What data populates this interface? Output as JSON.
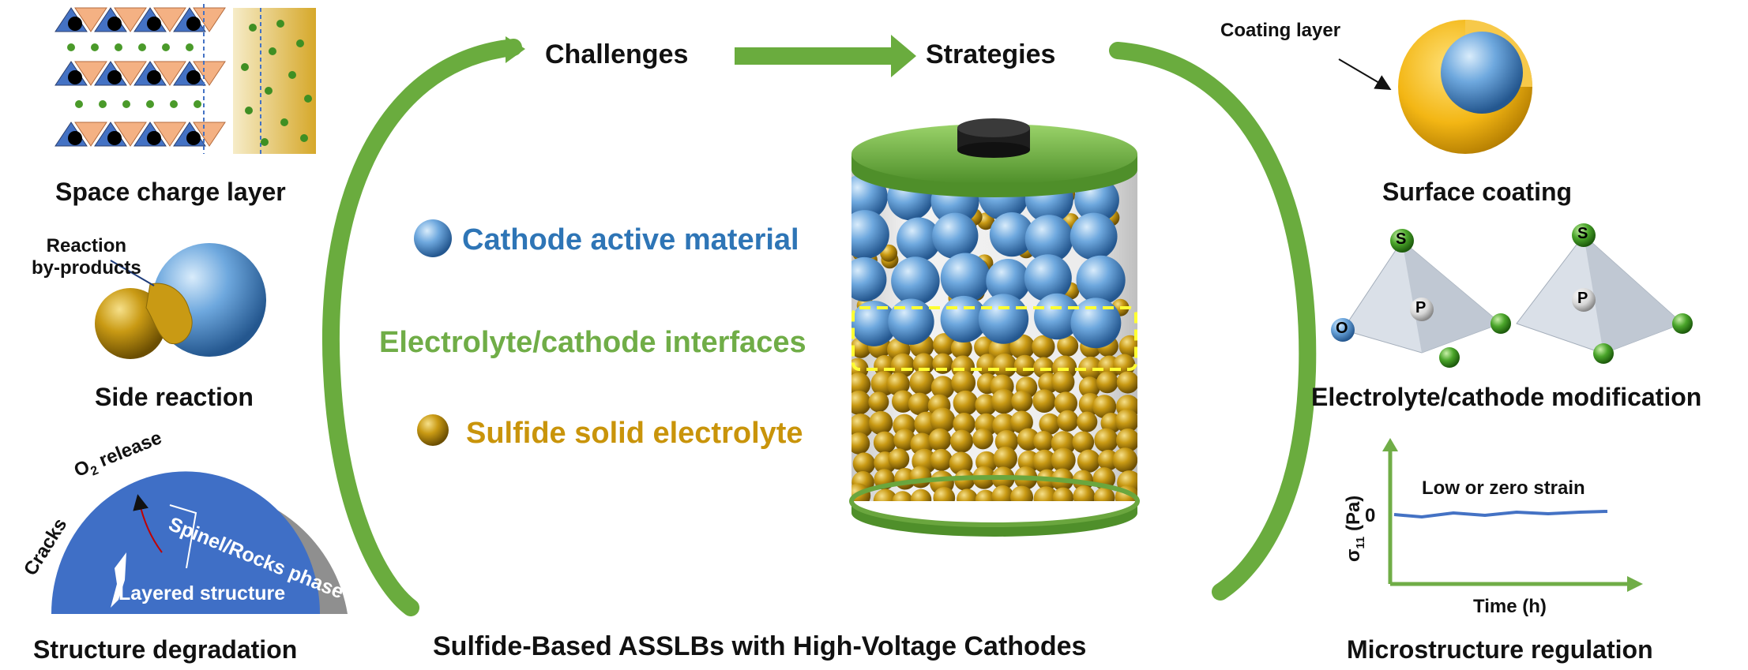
{
  "header": {
    "challenges": "Challenges",
    "strategies": "Strategies"
  },
  "footer_title": "Sulfide-Based ASSLBs with High-Voltage Cathodes",
  "challenges": {
    "space_charge": "Space charge layer",
    "side_reaction": "Side reaction",
    "reaction_byproducts_1": "Reaction",
    "reaction_byproducts_2": "by-products",
    "structure_degradation": "Structure degradation",
    "o2_release_main": "O",
    "o2_release_sub": "2",
    "o2_release_rest": " release",
    "cracks": "Cracks",
    "spinel": "Spinel/Rocks phase",
    "layered": "Layered structure"
  },
  "legend": {
    "cathode": "Cathode active material",
    "interface": "Electrolyte/cathode interfaces",
    "sulfide": "Sulfide solid electrolyte"
  },
  "strategies": {
    "coating_layer": "Coating layer",
    "surface_coating": "Surface coating",
    "modification": "Electrolyte/cathode modification",
    "microstructure": "Microstructure regulation",
    "atom_s1": "S",
    "atom_p1": "P",
    "atom_o": "O",
    "atom_s2": "S",
    "atom_p2": "P"
  },
  "strain_plot": {
    "annotation": "Low or zero strain",
    "y_label_main": "σ",
    "y_label_sub": "11",
    "y_label_unit": " (Pa)",
    "x_label": "Time (h)",
    "y_tick": "0"
  },
  "colors": {
    "green": "#6aac3e",
    "blue_text": "#2e75b6",
    "gold_text": "#c9940a",
    "green_text": "#70ad47"
  }
}
